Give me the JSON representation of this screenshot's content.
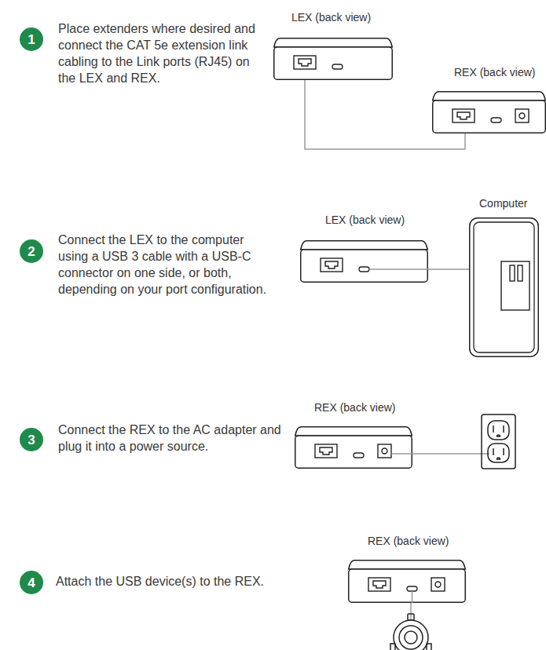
{
  "diagram": {
    "nodes": [
      {
        "text": [
          "1"
        ]
      },
      {
        "text": [
          "LEX (back view)"
        ]
      },
      {
        "text": [
          "REX (back view)"
        ]
      },
      {
        "text": [
          "2"
        ]
      },
      {
        "text": [
          "LEX (back view)"
        ]
      },
      {
        "text": [
          "Computer"
        ]
      },
      {
        "text": [
          "3"
        ]
      },
      {
        "text": [
          "REX (back view)"
        ]
      },
      {
        "text": [
          "4"
        ]
      },
      {
        "text": [
          "REX (back view)"
        ]
      }
    ],
    "edges": [
      {
        "from": 1,
        "to": 2,
        "arrow": "none"
      },
      {
        "from": 4,
        "to": 5,
        "arrow": "none"
      }
    ],
    "labels": [
      "Place extenders where desired and connect the CAT 5e extension link cabling to the Link ports (RJ45) on the LEX and REX.",
      "Connect the LEX to the computer using a USB 3 cable with a USB-C connector on one side, or both, depending on your port configuration.",
      "Connect the REX to the AC adapter and plug it into a power source.",
      "Attach the USB device(s) to the REX."
    ]
  }
}
